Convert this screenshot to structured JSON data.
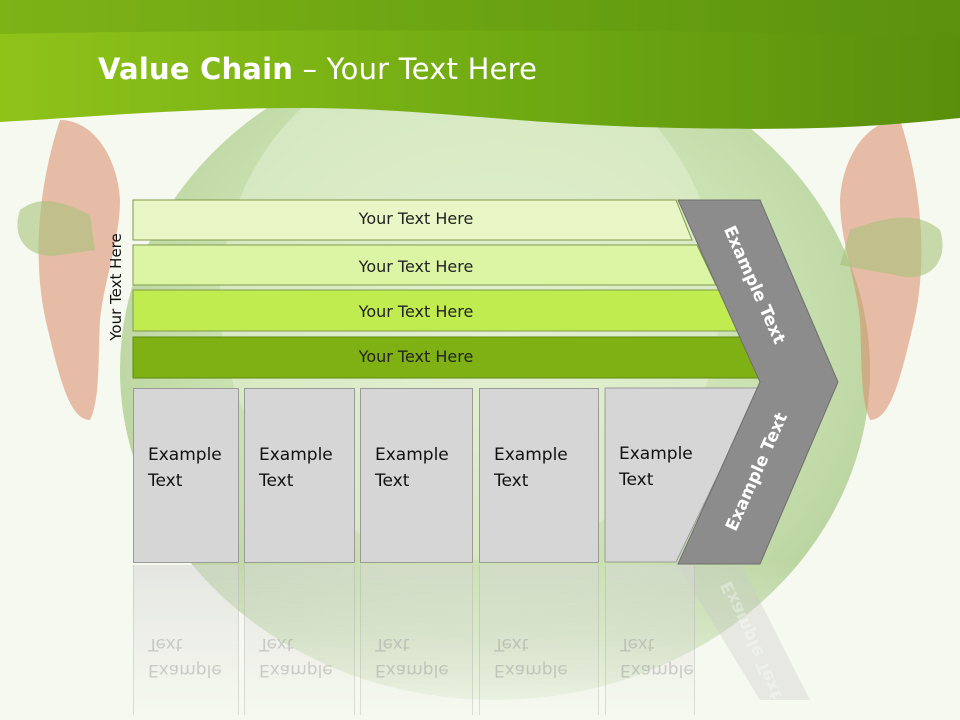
{
  "slide": {
    "title_bold": "Value Chain",
    "title_rest": " – Your Text Here",
    "side_label": "Your Text Here"
  },
  "rows": [
    {
      "label": "Your Text Here",
      "color": "#e9f7c6"
    },
    {
      "label": "Your Text Here",
      "color": "#dcf5a4"
    },
    {
      "label": "Your Text Here",
      "color": "#c1ec50"
    },
    {
      "label": "Your Text Here",
      "color": "#7fb114"
    }
  ],
  "boxes": [
    {
      "label": "Example\nText"
    },
    {
      "label": "Example\nText"
    },
    {
      "label": "Example\nText"
    },
    {
      "label": "Example\nText"
    },
    {
      "label": "Example\nText"
    }
  ],
  "chevron": {
    "upper_label": "Example Text",
    "lower_label": "Example Text",
    "color": "#8c8c8c"
  },
  "colors": {
    "header_green": "#7ab51d",
    "header_light": "#9ccc1a"
  }
}
